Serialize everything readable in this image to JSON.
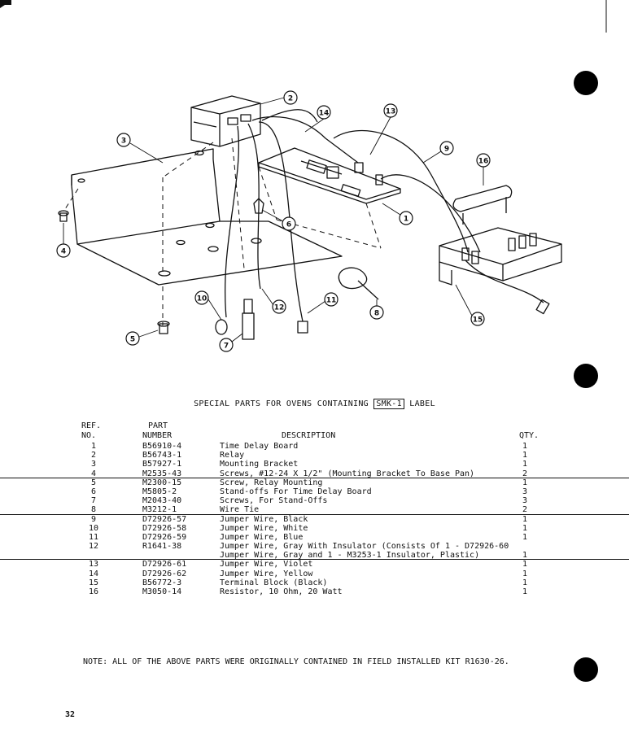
{
  "diagram": {
    "callouts": [
      "1",
      "2",
      "3",
      "4",
      "5",
      "6",
      "7",
      "8",
      "9",
      "10",
      "11",
      "12",
      "13",
      "14",
      "15",
      "16"
    ]
  },
  "caption": {
    "prefix": "SPECIAL PARTS FOR OVENS CONTAINING",
    "boxed": "SMK-1",
    "suffix": "LABEL"
  },
  "table": {
    "headers": {
      "ref_line1": "REF.",
      "ref_line2": "NO.",
      "part_line1": "PART",
      "part_line2": "NUMBER",
      "description": "DESCRIPTION",
      "qty": "QTY."
    },
    "rows": [
      {
        "ref": "1",
        "part": "B56910-4",
        "desc": "Time Delay Board",
        "qty": "1"
      },
      {
        "ref": "2",
        "part": "B56743-1",
        "desc": "Relay",
        "qty": "1"
      },
      {
        "ref": "3",
        "part": "B57927-1",
        "desc": "Mounting Bracket",
        "qty": "1"
      },
      {
        "ref": "4",
        "part": "M2535-43",
        "desc": "Screws, #12-24 X 1/2\" (Mounting Bracket To Base Pan)",
        "qty": "2"
      },
      {
        "ref": "5",
        "part": "M2300-15",
        "desc": "Screw, Relay Mounting",
        "qty": "1"
      },
      {
        "ref": "6",
        "part": "M5805-2",
        "desc": "Stand-offs For Time Delay Board",
        "qty": "3"
      },
      {
        "ref": "7",
        "part": "M2043-40",
        "desc": "Screws, For Stand-Offs",
        "qty": "3"
      },
      {
        "ref": "8",
        "part": "M3212-1",
        "desc": "Wire Tie",
        "qty": "2"
      },
      {
        "ref": "9",
        "part": "D72926-57",
        "desc": "Jumper Wire, Black",
        "qty": "1"
      },
      {
        "ref": "10",
        "part": "D72926-58",
        "desc": "Jumper Wire, White",
        "qty": "1"
      },
      {
        "ref": "11",
        "part": "D72926-59",
        "desc": "Jumper Wire, Blue",
        "qty": "1"
      },
      {
        "ref": "12",
        "part": "R1641-38",
        "desc": "Jumper Wire, Gray With Insulator (Consists Of 1 - D72926-60",
        "qty": ""
      },
      {
        "ref": "",
        "part": "",
        "desc": "Jumper Wire, Gray and 1 - M3253-1 Insulator, Plastic)",
        "qty": "1"
      },
      {
        "ref": "13",
        "part": "D72926-61",
        "desc": "Jumper Wire, Violet",
        "qty": "1"
      },
      {
        "ref": "14",
        "part": "D72926-62",
        "desc": "Jumper Wire, Yellow",
        "qty": "1"
      },
      {
        "ref": "15",
        "part": "B56772-3",
        "desc": "Terminal Block (Black)",
        "qty": "1"
      },
      {
        "ref": "16",
        "part": "M3050-14",
        "desc": "Resistor, 10 Ohm, 20 Watt",
        "qty": "1"
      }
    ]
  },
  "note": "NOTE:  ALL OF THE ABOVE PARTS WERE ORIGINALLY CONTAINED IN FIELD INSTALLED KIT R1630-26.",
  "page_number": "32"
}
